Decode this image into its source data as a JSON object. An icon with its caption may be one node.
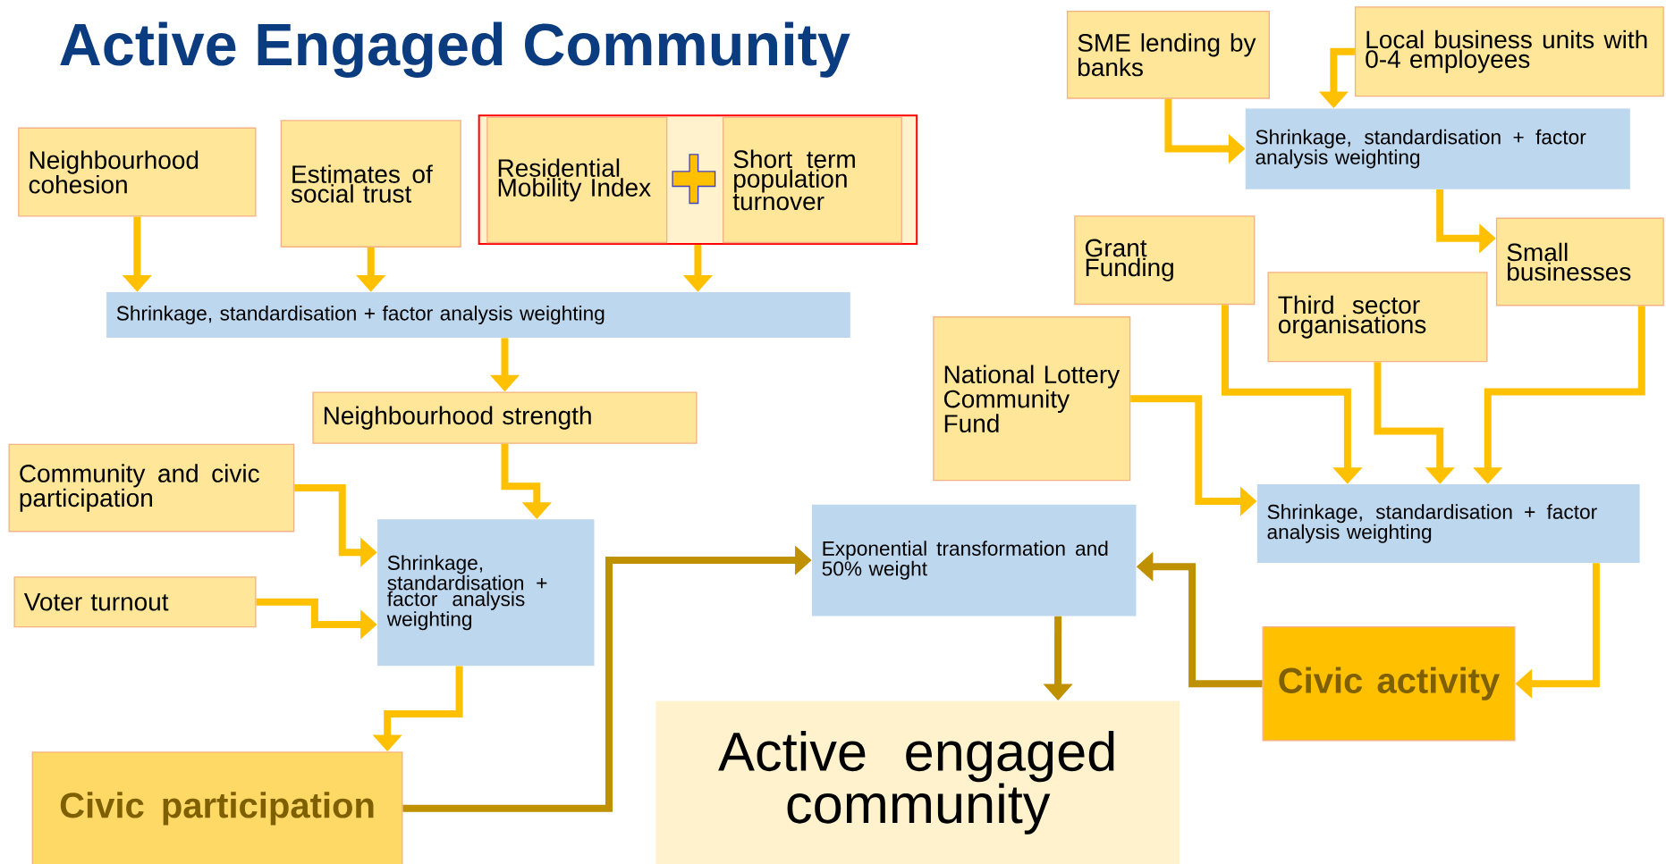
{
  "diagram": {
    "title": "Active Engaged Community",
    "nodes": [
      {
        "text": [
          "Neighbourhood cohesion"
        ]
      },
      {
        "text": [
          "Estimates of social trust"
        ]
      },
      {
        "text": [],
        "shape": "box"
      },
      {
        "text": [
          "Residential Mobility Index"
        ],
        "in": 2
      },
      {
        "text": [
          "Short term population turnover"
        ],
        "in": 2
      },
      {
        "text": [
          "Shrinkage, standardisation + factor analysis weighting"
        ]
      },
      {
        "text": [
          "Neighbourhood strength"
        ]
      },
      {
        "text": [
          "Community and civic participation"
        ]
      },
      {
        "text": [
          "Voter turnout"
        ]
      },
      {
        "text": [
          "Shrinkage, standardisation + factor analysis weighting"
        ]
      },
      {
        "text": [
          "Civic participation"
        ]
      },
      {
        "text": [
          "Exponential transformation and 50% weight"
        ]
      },
      {
        "text": [
          "Active engaged community"
        ]
      },
      {
        "text": [
          "SME lending by banks"
        ]
      },
      {
        "text": [
          "Local business units with 0-4 employees"
        ]
      },
      {
        "text": [
          "Shrinkage, standardisation + factor analysis weighting"
        ]
      },
      {
        "text": [
          "Small businesses"
        ]
      },
      {
        "text": [
          "Grant Funding"
        ]
      },
      {
        "text": [
          "Third sector organisations"
        ]
      },
      {
        "text": [
          "National Lottery Community Fund"
        ]
      },
      {
        "text": [
          "Shrinkage, standardisation + factor analysis weighting"
        ]
      },
      {
        "text": [
          "Civic activity"
        ]
      }
    ],
    "edges": [
      {
        "from": 0,
        "to": 5,
        "arrow": "to"
      },
      {
        "from": 1,
        "to": 5,
        "arrow": "to"
      },
      {
        "from": 2,
        "to": 5,
        "arrow": "to"
      },
      {
        "from": 5,
        "to": 6,
        "arrow": "to"
      },
      {
        "from": 6,
        "to": 9,
        "arrow": "to"
      },
      {
        "from": 7,
        "to": 9,
        "arrow": "to"
      },
      {
        "from": 8,
        "to": 9,
        "arrow": "to"
      },
      {
        "from": 9,
        "to": 10,
        "arrow": "to"
      },
      {
        "from": 10,
        "to": 11,
        "arrow": "to",
        "color": "#bf9000"
      },
      {
        "from": 11,
        "to": 12,
        "arrow": "to",
        "color": "#bf9000"
      },
      {
        "from": 21,
        "to": 11,
        "arrow": "to",
        "color": "#bf9000"
      },
      {
        "from": 13,
        "to": 15,
        "arrow": "to"
      },
      {
        "from": 14,
        "to": 15,
        "arrow": "to"
      },
      {
        "from": 15,
        "to": 16,
        "arrow": "to"
      },
      {
        "from": 17,
        "to": 20,
        "arrow": "to"
      },
      {
        "from": 18,
        "to": 20,
        "arrow": "to"
      },
      {
        "from": 16,
        "to": 20,
        "arrow": "to"
      },
      {
        "from": 19,
        "to": 20,
        "arrow": "to"
      },
      {
        "from": 20,
        "to": 21,
        "arrow": "to"
      }
    ]
  }
}
